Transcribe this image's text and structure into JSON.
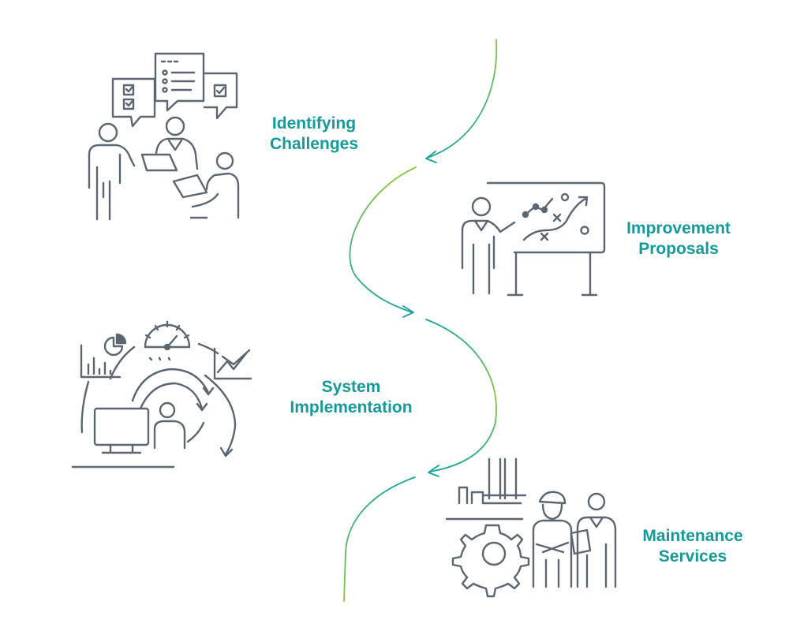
{
  "colors": {
    "icon_stroke": "#5b6670",
    "label": "#159a98",
    "curve_green": "#8cc63f",
    "curve_teal": "#1aa39a"
  },
  "steps": [
    {
      "line1": "Identifying",
      "line2": "Challenges",
      "icon": "team-discussion-icon"
    },
    {
      "line1": "Improvement",
      "line2": "Proposals",
      "icon": "strategy-whiteboard-icon"
    },
    {
      "line1": "System",
      "line2": "Implementation",
      "icon": "system-dashboard-icon"
    },
    {
      "line1": "Maintenance",
      "line2": "Services",
      "icon": "factory-workers-icon"
    }
  ]
}
